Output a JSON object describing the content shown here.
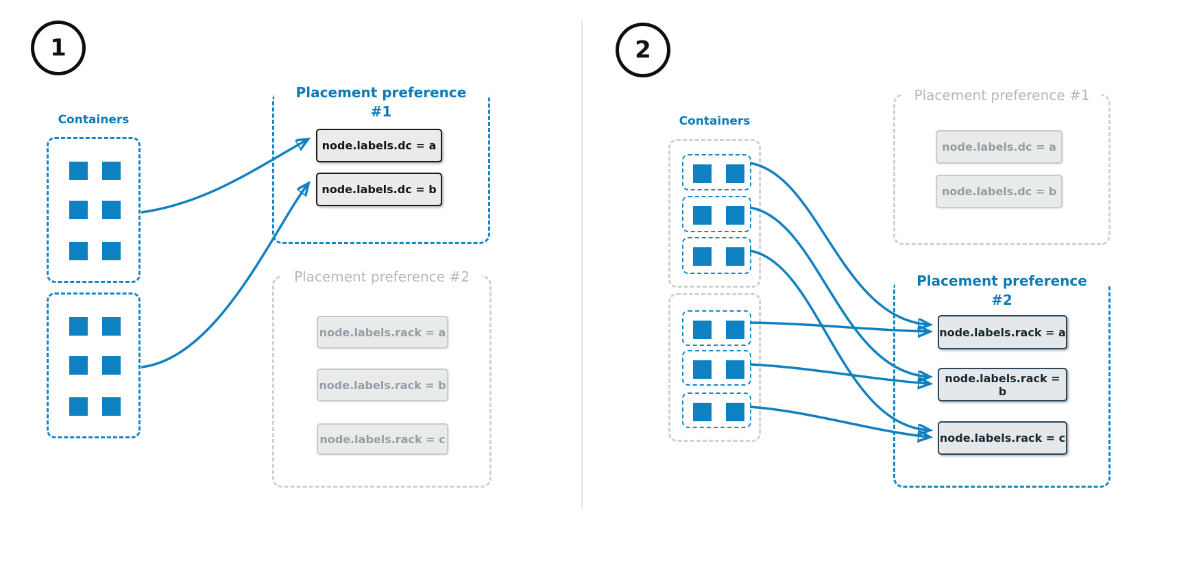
{
  "diagram": {
    "panels": [
      {
        "badge": "1",
        "containers_label": "Containers",
        "preferences": [
          {
            "title": "Placement preference #1",
            "state": "active",
            "items": [
              "node.labels.dc = a",
              "node.labels.dc = b"
            ]
          },
          {
            "title": "Placement preference #2",
            "state": "inactive",
            "items": [
              "node.labels.rack = a",
              "node.labels.rack = b",
              "node.labels.rack = c"
            ]
          }
        ]
      },
      {
        "badge": "2",
        "containers_label": "Containers",
        "preferences": [
          {
            "title": "Placement preference #1",
            "state": "inactive",
            "items": [
              "node.labels.dc = a",
              "node.labels.dc = b"
            ]
          },
          {
            "title": "Placement preference #2",
            "state": "active",
            "items": [
              "node.labels.rack = a",
              "node.labels.rack = b",
              "node.labels.rack = c"
            ]
          }
        ]
      }
    ],
    "colors": {
      "blue": "#1486c6",
      "blue_text": "#0d7ab8",
      "square_blue": "#0e81c2",
      "arrow_blue": "#1180c0",
      "inactive_border": "#cdd2d5",
      "inactive_text": "#b2b8bc",
      "item_fill": "#e9ebec",
      "active_item_border_panel1": "#1b1b1b",
      "active_item_border_panel2": "#27455c"
    }
  }
}
